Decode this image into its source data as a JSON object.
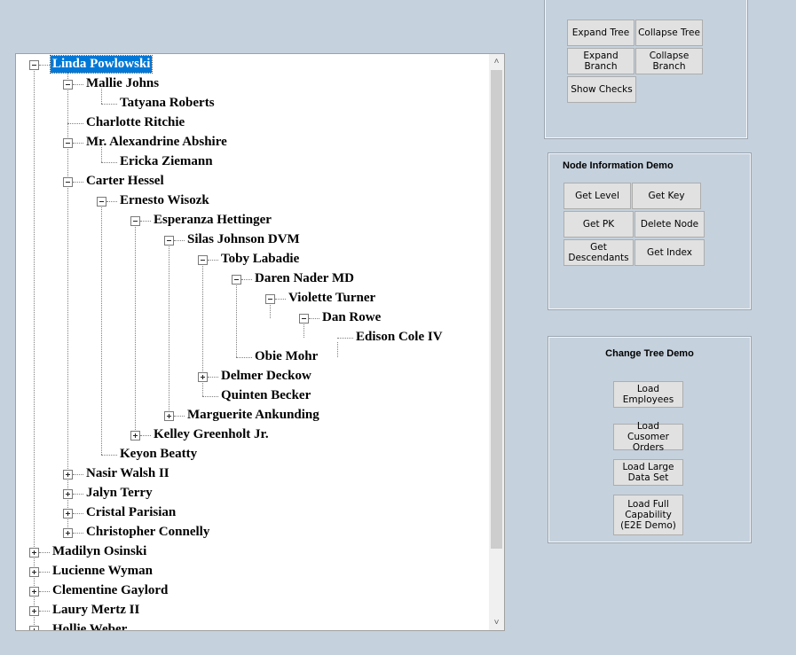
{
  "tree": {
    "nodes": [
      "Linda Powlowski",
      "Mallie Johns",
      "Tatyana Roberts",
      "Charlotte Ritchie",
      "Mr. Alexandrine Abshire",
      "Ericka Ziemann",
      "Carter Hessel",
      "Ernesto Wisozk",
      "Esperanza Hettinger",
      "Silas Johnson DVM",
      "Toby Labadie",
      "Daren Nader MD",
      "Violette Turner",
      "Dan Rowe",
      "Edison Cole IV",
      "Obie Mohr",
      "Delmer Deckow",
      "Quinten Becker",
      "Marguerite Ankunding",
      "Kelley Greenholt Jr.",
      "Keyon Beatty",
      "Nasir Walsh II",
      "Jalyn Terry",
      "Cristal Parisian",
      "Christopher Connelly",
      "Madilyn Osinski",
      "Lucienne Wyman",
      "Clementine Gaylord",
      "Laury Mertz II",
      "Hollie Weber"
    ],
    "selected_index": 0,
    "scroll_up_icon": "˄",
    "scroll_down_icon": "˅"
  },
  "tree_panel": {
    "expand_tree": "Expand Tree",
    "collapse_tree": "Collapse Tree",
    "expand_branch": "Expand Branch",
    "collapse_branch": "Collapse Branch",
    "show_checks": "Show Checks"
  },
  "node_info_panel": {
    "title": "Node Information Demo",
    "get_level": "Get Level",
    "get_key": "Get Key",
    "get_pk": "Get PK",
    "delete_node": "Delete Node",
    "get_descendants": "Get Descendants",
    "get_index": "Get Index"
  },
  "change_tree_panel": {
    "title": "Change Tree Demo",
    "load_employees": "Load Employees",
    "load_customer_orders": "Load Cusomer Orders",
    "load_large_data_set": "Load Large Data Set",
    "load_full_capability": "Load Full Capability (E2E Demo)"
  },
  "colors": {
    "background": "#c5d1dd",
    "selection": "#0078d7",
    "button_face": "#e1e1e1"
  }
}
